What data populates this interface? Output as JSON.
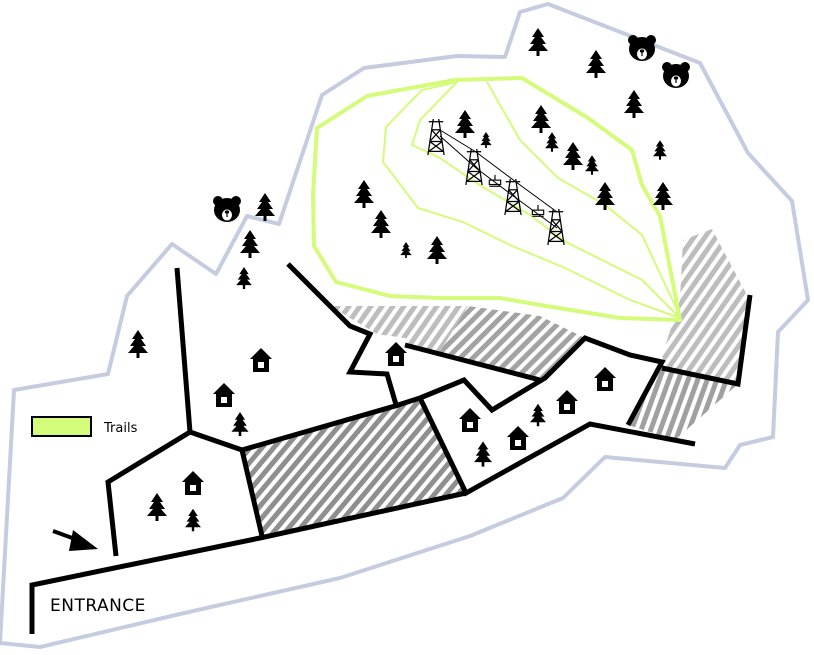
{
  "colors": {
    "trail": "#d4fb79",
    "boundary": "#c5cce0",
    "road": "#000000",
    "hatch_dark": "#8f8f8f",
    "hatch_light": "#bdbdbd"
  },
  "legend": {
    "trails_label": "Trails",
    "swatch_icon": "trail-swatch"
  },
  "entrance": {
    "label": "ENTRANCE",
    "arrow_icon": "entrance-arrow-icon"
  },
  "icons": {
    "tree": "pine-tree-icon",
    "cabin": "cabin-icon",
    "bear": "bear-icon",
    "lift_tower": "ski-lift-tower-icon",
    "lift_chair": "ski-lift-chair-icon"
  }
}
